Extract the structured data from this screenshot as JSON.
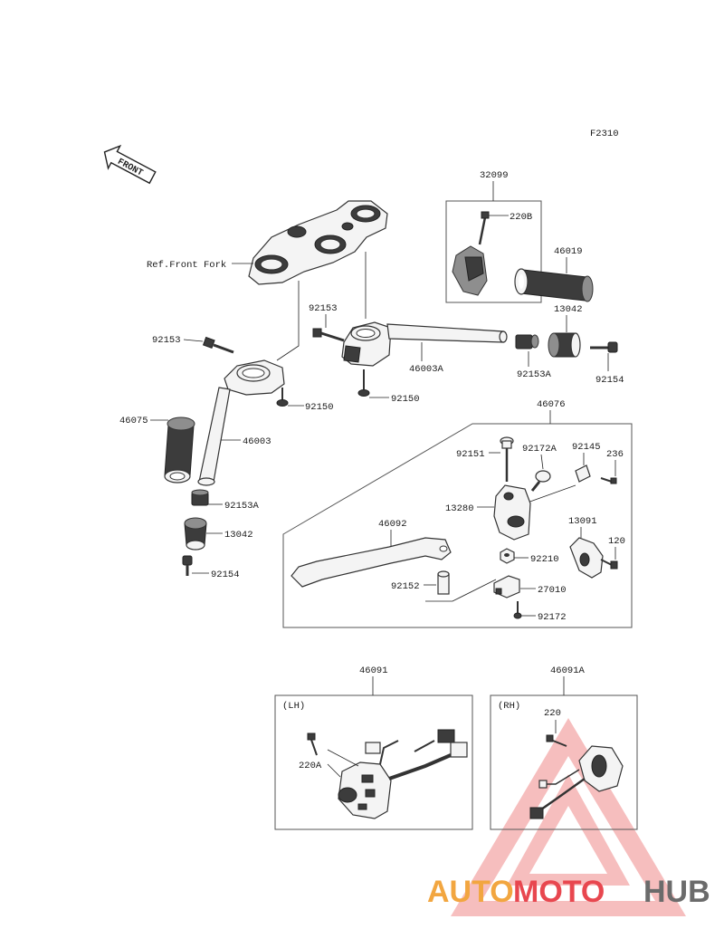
{
  "diagram": {
    "code": "F2310",
    "front_arrow": "FRONT",
    "ref_front_fork": "Ref.Front Fork",
    "labels": {
      "p32099": "32099",
      "p220B": "220B",
      "p46019": "46019",
      "p13042_r": "13042",
      "p92153_top": "92153",
      "p92153_left": "92153",
      "p46003A": "46003A",
      "p92153A_r": "92153A",
      "p92154_r": "92154",
      "p92150_a": "92150",
      "p92150_b": "92150",
      "p46075": "46075",
      "p46003": "46003",
      "p92153A_l": "92153A",
      "p13042_l": "13042",
      "p92154_l": "92154",
      "p46076": "46076",
      "p92151": "92151",
      "p92172A": "92172A",
      "p92145": "92145",
      "p236": "236",
      "p13280": "13280",
      "p46092": "46092",
      "p13091": "13091",
      "p120": "120",
      "p92210": "92210",
      "p92152": "92152",
      "p27010": "27010",
      "p92172": "92172",
      "p46091": "46091",
      "p46091A": "46091A",
      "lh": "(LH)",
      "rh": "(RH)",
      "p220A": "220A",
      "p220": "220"
    }
  },
  "watermark": {
    "part1": "AUTO",
    "part2": "MOTO",
    "part3": "HUB",
    "color1": "#f2a640",
    "color2": "#e8474f",
    "color3": "#6b6b6b"
  }
}
